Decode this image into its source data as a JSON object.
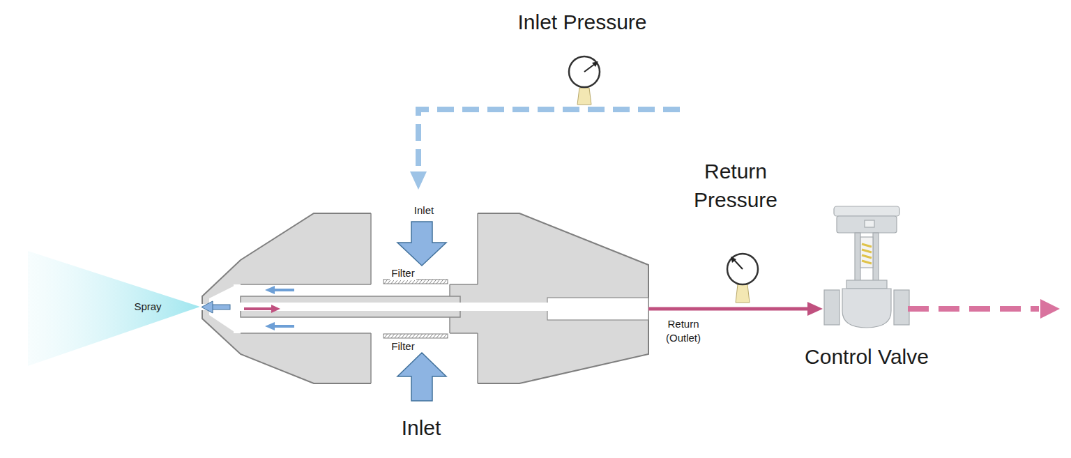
{
  "diagram": {
    "labels": [
      "Inlet Pressure",
      "Return Pressure",
      "Inlet",
      "Filter",
      "Spray",
      "Filter",
      "Return (Outlet)",
      "Control Valve",
      "Inlet"
    ]
  }
}
